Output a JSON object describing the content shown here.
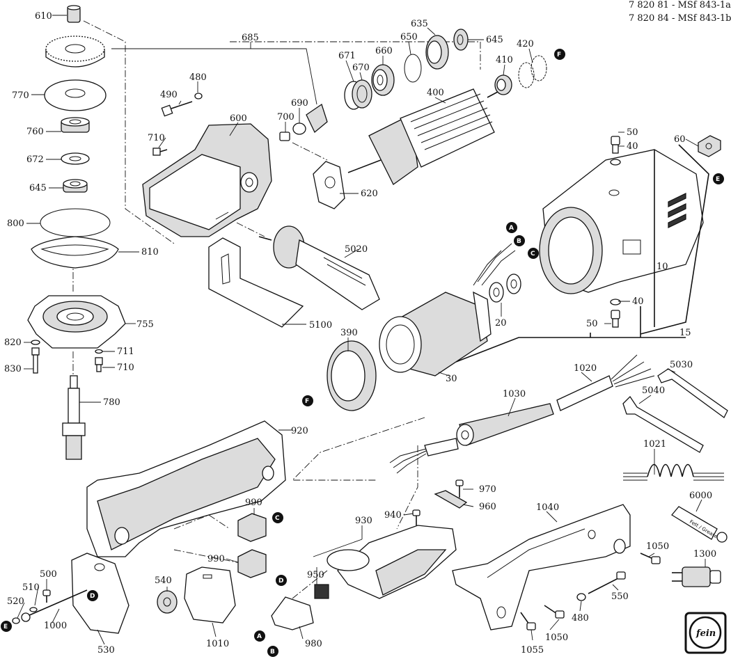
{
  "header": {
    "line1": "7 820 81 - MSf 843-1a",
    "line2": "7 820 84 - MSf 843-1b"
  },
  "labels": {
    "p610": "610",
    "p770": "770",
    "p760": "760",
    "p672": "672",
    "p645a": "645",
    "p800": "800",
    "p810": "810",
    "p755": "755",
    "p820": "820",
    "p830": "830",
    "p711": "711",
    "p710a": "710",
    "p780": "780",
    "p685": "685",
    "p490": "490",
    "p480a": "480",
    "p710b": "710",
    "p600": "600",
    "p700": "700",
    "p690": "690",
    "p620": "620",
    "p671": "671",
    "p670": "670",
    "p660": "660",
    "p650": "650",
    "p635": "635",
    "p645b": "645",
    "p420": "420",
    "p410": "410",
    "p400": "400",
    "p50a": "50",
    "p40a": "40",
    "p60": "60",
    "p10": "10",
    "p40b": "40",
    "p50b": "50",
    "p15": "15",
    "p20": "20",
    "p30": "30",
    "p390": "390",
    "p5020": "5020",
    "p5100": "5100",
    "p920": "920",
    "p1020": "1020",
    "p5030": "5030",
    "p5040": "5040",
    "p1030": "1030",
    "p1021": "1021",
    "p6000": "6000",
    "p1300": "1300",
    "p1040": "1040",
    "p1050a": "1050",
    "p550": "550",
    "p480b": "480",
    "p1050b": "1050",
    "p1055": "1055",
    "p970": "970",
    "p960": "960",
    "p940": "940",
    "p930": "930",
    "p950": "950",
    "p980": "980",
    "p990a": "990",
    "p990b": "990",
    "p540": "540",
    "p1010": "1010",
    "p500": "500",
    "p510": "510",
    "p520": "520",
    "p1000": "1000",
    "p530": "530"
  },
  "markers": {
    "A": "A",
    "B": "B",
    "C": "C",
    "D": "D",
    "E": "E",
    "F": "F"
  },
  "tube_text": "Fett / Grease",
  "logo_text": "fein"
}
